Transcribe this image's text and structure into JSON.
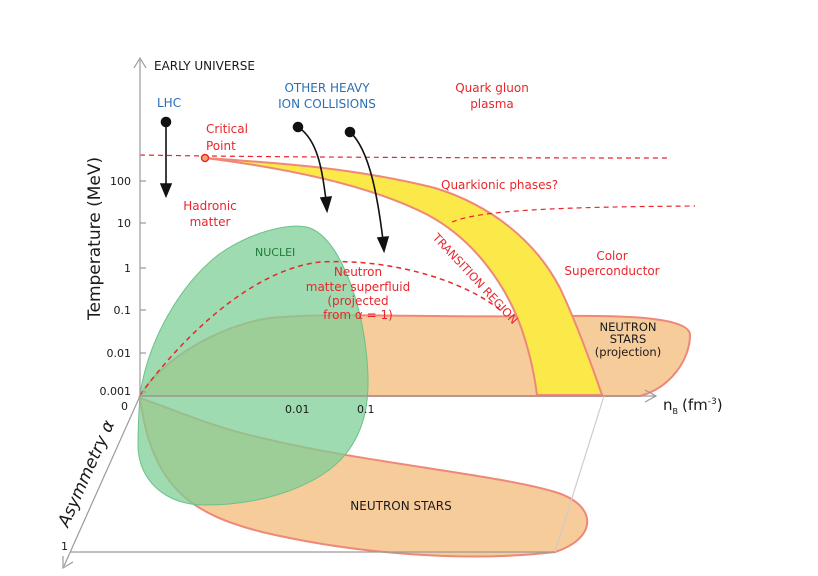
{
  "axes": {
    "y_title": "Temperature (MeV)",
    "y_top_label": "EARLY UNIVERSE",
    "y_ticks": [
      "100",
      "10",
      "1",
      "0.1",
      "0.01",
      "0.001"
    ],
    "x_ticks": [
      "0",
      "0.01",
      "0.1"
    ],
    "x_title_main": "n",
    "x_title_sub": "B",
    "x_title_unit_pre": "(fm",
    "x_title_unit_sup": "-3",
    "x_title_unit_post": ")",
    "z_title": "Asymmetry α",
    "z_tick": "1"
  },
  "labels": {
    "lhc": "LHC",
    "heavy_ion_1": "OTHER HEAVY",
    "heavy_ion_2": "ION COLLISIONS",
    "qgp_1": "Quark gluon",
    "qgp_2": "plasma",
    "critical_1": "Critical",
    "critical_2": "Point",
    "hadronic_1": "Hadronic",
    "hadronic_2": "matter",
    "quarkionic": "Quarkionic phases?",
    "nuclei": "NUCLEI",
    "neutron_sf_1": "Neutron",
    "neutron_sf_2": "matter superfluid",
    "neutron_sf_3": "(projected",
    "neutron_sf_4": "from α = 1)",
    "transition": "TRANSITION REGION",
    "color_sc_1": "Color",
    "color_sc_2": "Superconductor",
    "ns_proj_1": "NEUTRON",
    "ns_proj_2": "STARS",
    "ns_proj_3": "(projection)",
    "neutron_stars": "NEUTRON STARS"
  },
  "colors": {
    "red_text": "#e8262c",
    "blue_text": "#2a6fb6",
    "nuclei_fill": "#7fcf95",
    "neutron_star_fill": "#f6c690",
    "neutron_star_stroke": "#ee8878",
    "transition_fill": "#fbe94a",
    "axis": "#9a9a9a"
  }
}
